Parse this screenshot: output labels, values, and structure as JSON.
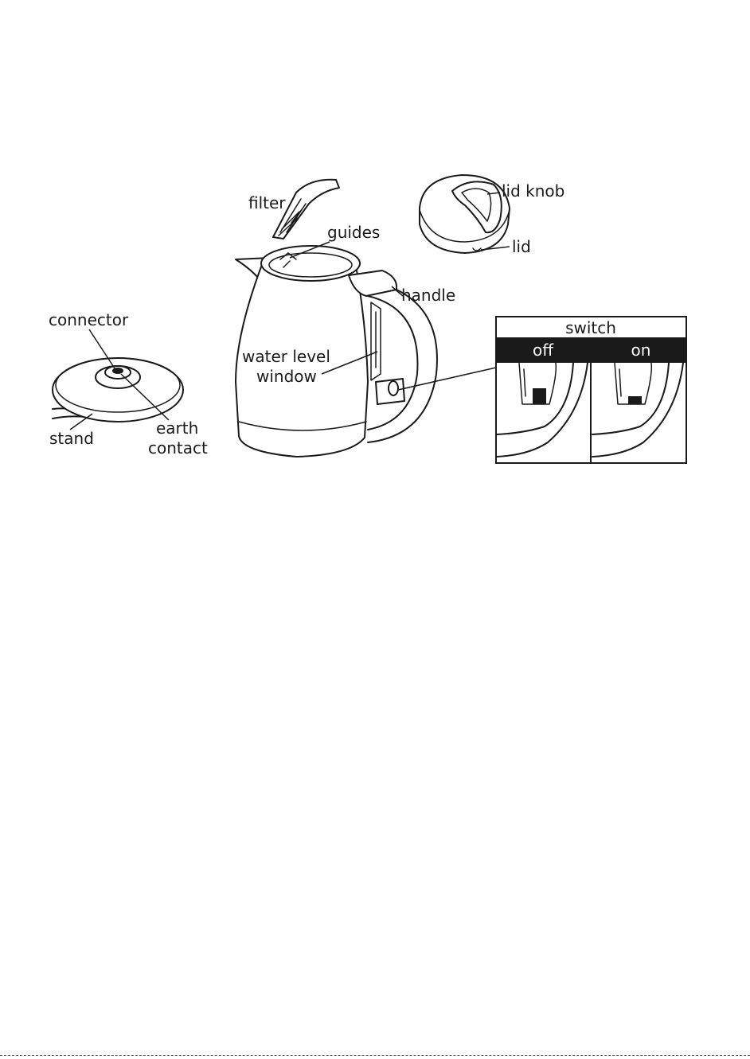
{
  "labels": {
    "filter": "filter",
    "guides": "guides",
    "lid_knob": "lid knob",
    "lid": "lid",
    "handle": "handle",
    "connector": "connector",
    "water_level_line1": "water level",
    "water_level_line2": "window",
    "stand": "stand",
    "earth_line1": "earth",
    "earth_line2": "contact",
    "switch_title": "switch",
    "switch_off": "off",
    "switch_on": "on"
  },
  "colors": {
    "ink": "#1a1a1a",
    "background": "#ffffff"
  }
}
